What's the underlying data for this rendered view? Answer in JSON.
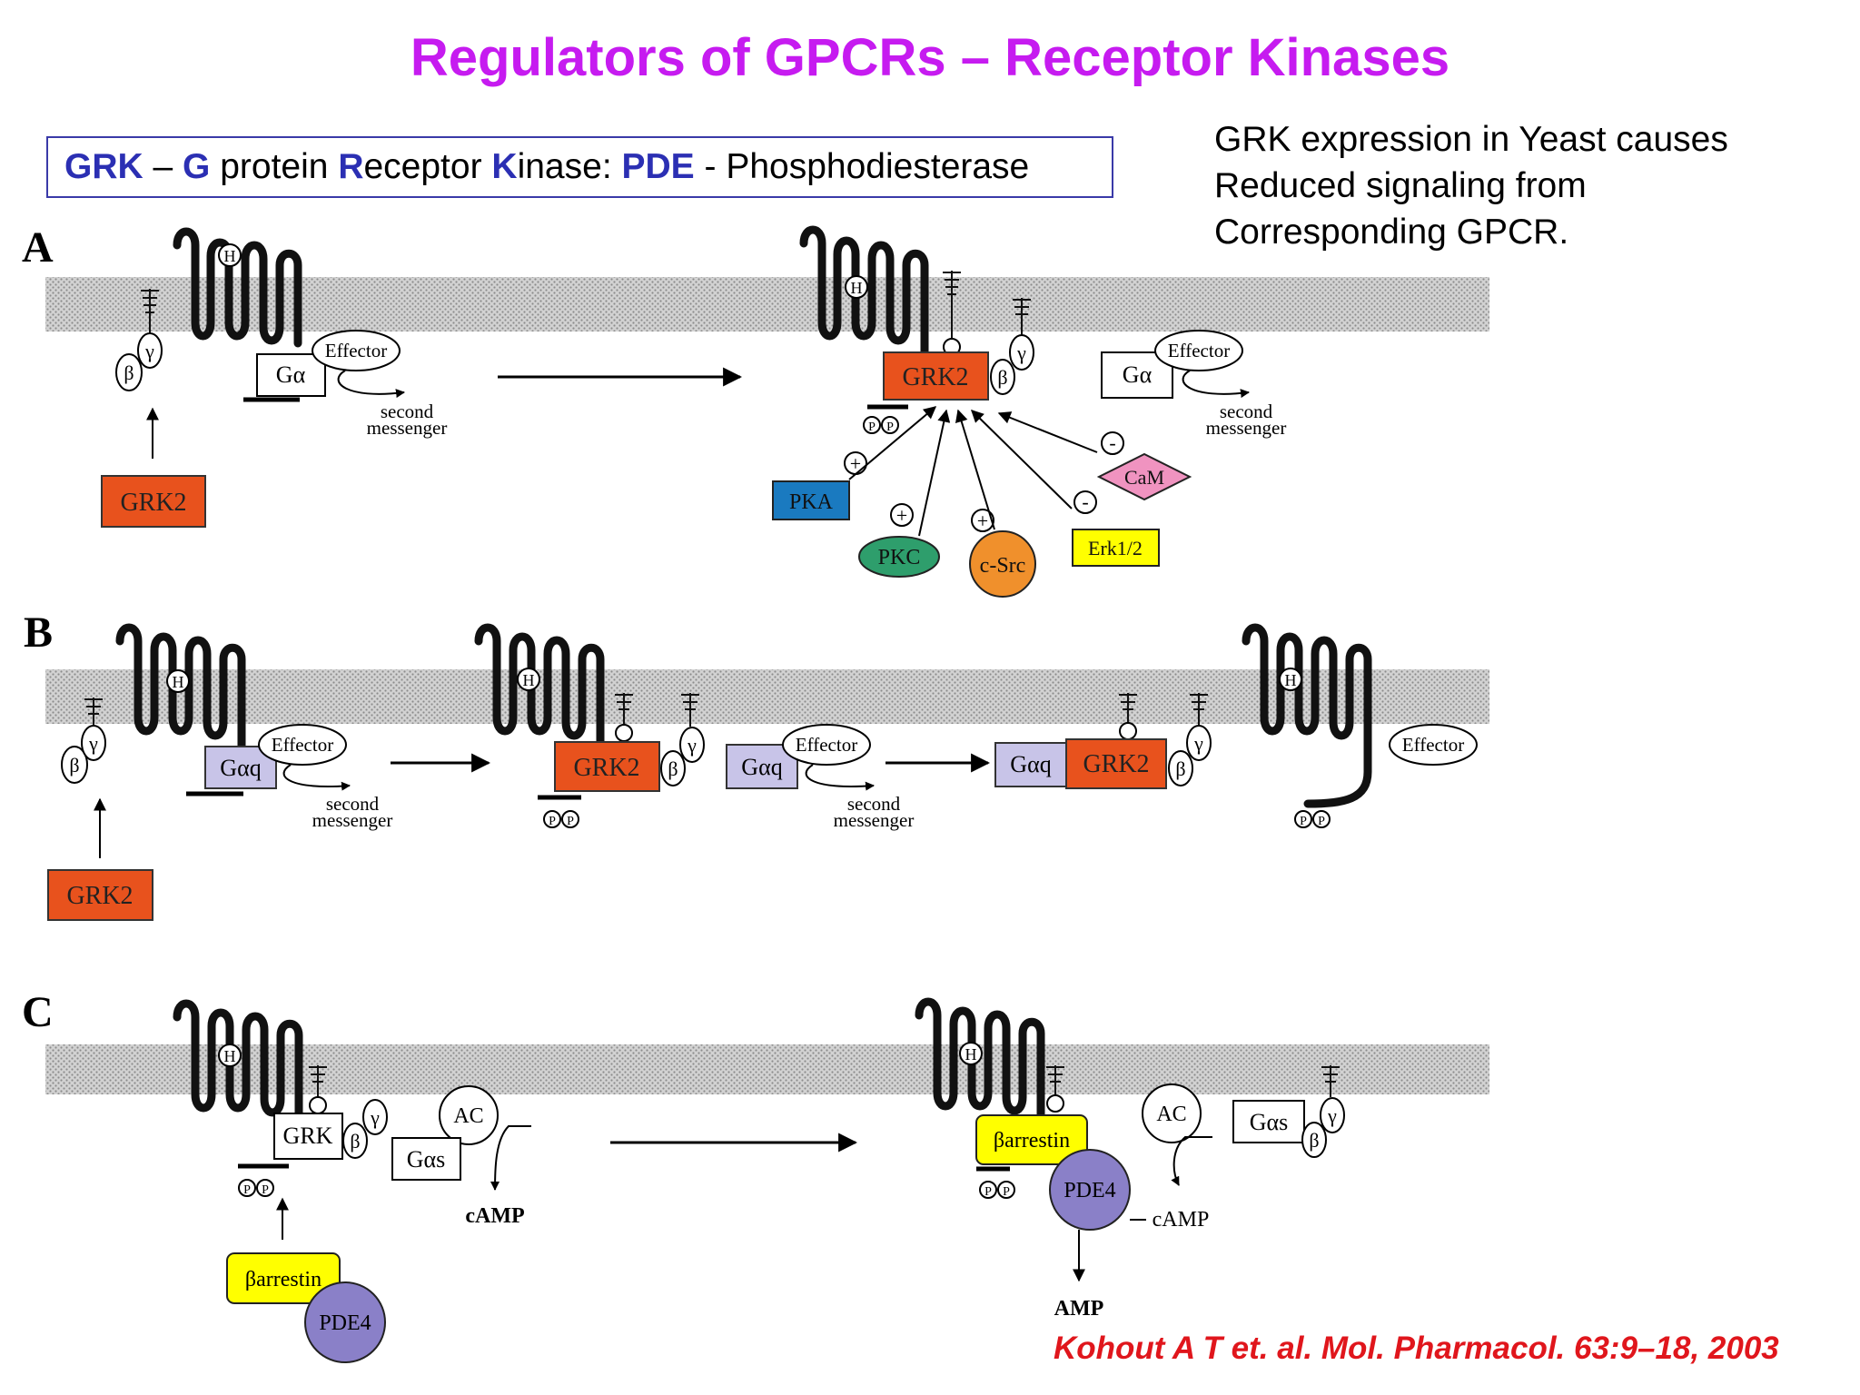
{
  "title": "Regulators of GPCRs – Receptor Kinases",
  "definition": {
    "grk": "GRK",
    "dash": " – ",
    "g": "G",
    "protein": " protein ",
    "r": "R",
    "eceptor": "eceptor ",
    "k": "K",
    "inase": "inase: ",
    "pde": "PDE",
    "phos": " - Phosphodiesterase"
  },
  "note": {
    "line1": "GRK expression  in Yeast causes",
    "line2": "Reduced signaling from",
    "line3": "Corresponding GPCR."
  },
  "citation": "Kohout A T et. al. Mol. Pharmacol. 63:9–18, 2003",
  "panels": {
    "a": "A",
    "b": "B",
    "c": "C"
  },
  "labels": {
    "grk2": "GRK2",
    "grk": "GRK",
    "effector": "Effector",
    "second": "second",
    "messenger": "messenger",
    "galpha": "Gα",
    "galphaq": "Gαq",
    "galphas": "Gαs",
    "beta": "β",
    "gamma": "γ",
    "h": "H",
    "p": "P",
    "pka": "PKA",
    "pkc": "PKC",
    "csrc": "c-Src",
    "erk": "Erk1/2",
    "cam": "CaM",
    "plus": "+",
    "minus": "-",
    "ac": "AC",
    "camp": "cAMP",
    "amp": "AMP",
    "barrestin": "βarrestin",
    "pde4": "PDE4"
  },
  "colors": {
    "title": "#c61bf0",
    "keyLetters": "#2b2fb3",
    "citation": "#e0161c",
    "grk2": "#e8521d",
    "pka": "#1a7ac0",
    "pkc": "#2e9e6c",
    "csrc": "#f0902c",
    "erk": "#ffff00",
    "cam": "#f093c0",
    "galphaq": "#c8c4e8",
    "barrestin": "#ffff00",
    "pde4": "#8a80c8",
    "membrane": "#c4c4c4"
  }
}
